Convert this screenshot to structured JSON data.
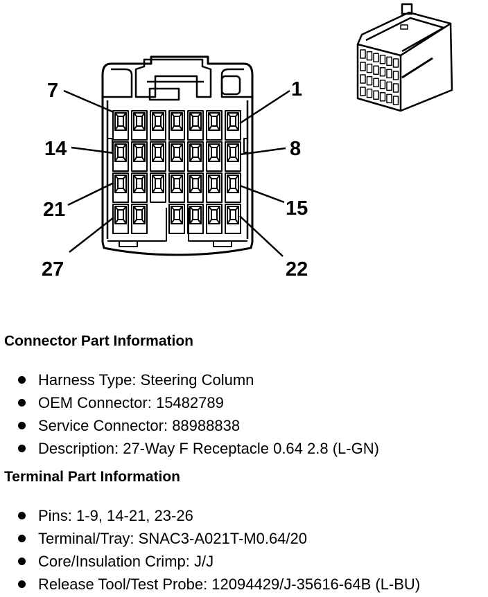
{
  "diagram": {
    "pin_callouts": [
      {
        "label": "7",
        "pin": 7
      },
      {
        "label": "1",
        "pin": 1
      },
      {
        "label": "14",
        "pin": 14
      },
      {
        "label": "8",
        "pin": 8
      },
      {
        "label": "21",
        "pin": 21
      },
      {
        "label": "15",
        "pin": 15
      },
      {
        "label": "27",
        "pin": 27
      },
      {
        "label": "22",
        "pin": 22
      }
    ],
    "rows": 4,
    "columns": 7,
    "empty_cavity": {
      "row": 4,
      "column": 3
    },
    "line_color": "#000000",
    "background_color": "#ffffff"
  },
  "connector_info": {
    "heading": "Connector Part Information",
    "items": [
      "Harness Type: Steering Column",
      "OEM Connector: 15482789",
      "Service Connector: 88988838",
      "Description: 27-Way F Receptacle 0.64 2.8 (L-GN)"
    ]
  },
  "terminal_info": {
    "heading": "Terminal Part Information",
    "items": [
      "Pins: 1-9, 14-21, 23-26",
      "Terminal/Tray: SNAC3-A021T-M0.64/20",
      "Core/Insulation Crimp: J/J",
      "Release Tool/Test Probe: 12094429/J-35616-64B (L-BU)"
    ]
  }
}
